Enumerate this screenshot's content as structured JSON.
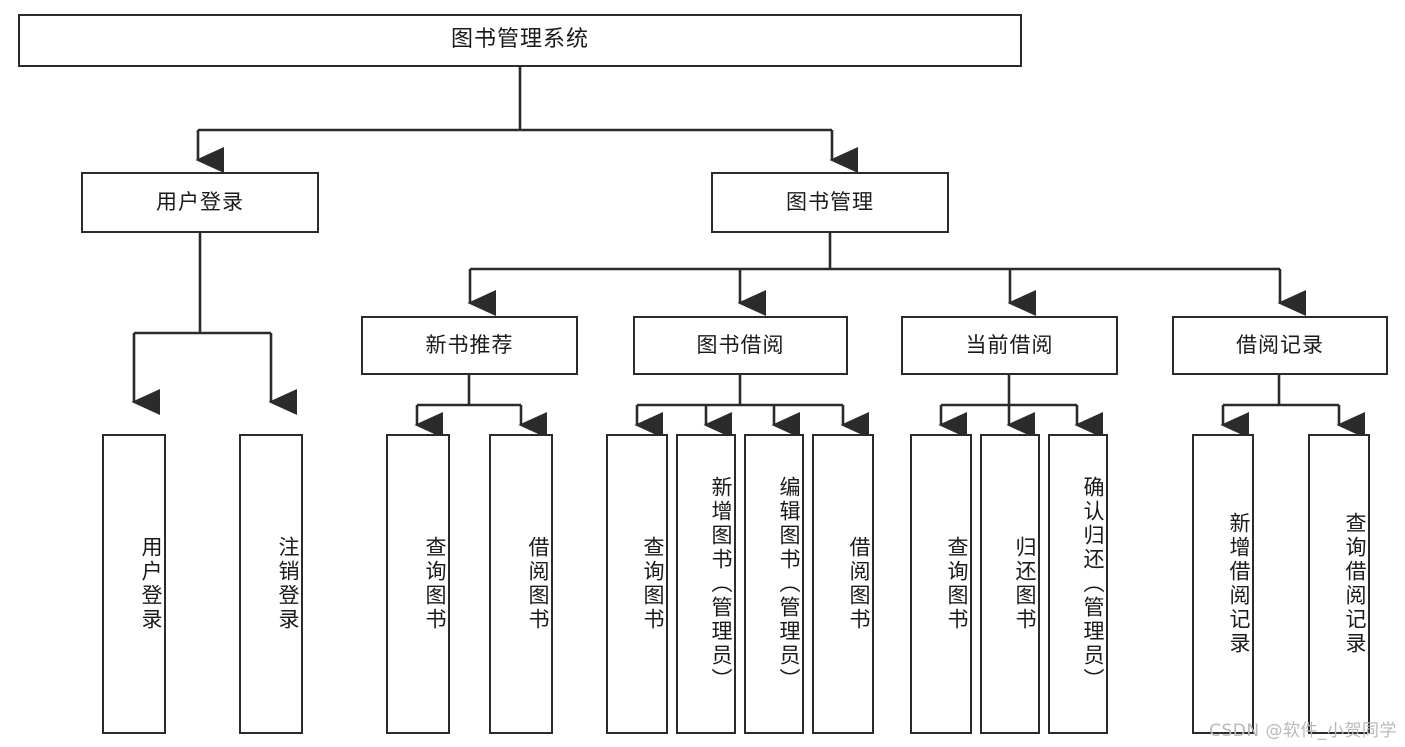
{
  "diagram": {
    "title": "图书管理系统",
    "type": "tree-hierarchy-chart",
    "watermark": "CSDN @软件_小贺同学",
    "colors": {
      "stroke": "#2b2b2b",
      "fill": "#ffffff",
      "text": "#1a1a1a",
      "watermark": "#b9b9b9"
    },
    "levels": {
      "root": {
        "label": "图书管理系统"
      },
      "level2": [
        {
          "id": "user-login",
          "label": "用户登录"
        },
        {
          "id": "book-manage",
          "label": "图书管理"
        }
      ],
      "level3": [
        {
          "id": "new-book-recommend",
          "label": "新书推荐"
        },
        {
          "id": "book-borrow",
          "label": "图书借阅"
        },
        {
          "id": "current-borrow",
          "label": "当前借阅"
        },
        {
          "id": "borrow-record",
          "label": "借阅记录"
        }
      ],
      "leaves": {
        "user-login": [
          {
            "id": "leaf-user-login",
            "label": "用户登录"
          },
          {
            "id": "leaf-user-logout",
            "label": "注销登录"
          }
        ],
        "new-book-recommend": [
          {
            "id": "leaf-query-book-1",
            "label": "查询图书"
          },
          {
            "id": "leaf-borrow-book-1",
            "label": "借阅图书"
          }
        ],
        "book-borrow": [
          {
            "id": "leaf-query-book-2",
            "label": "查询图书"
          },
          {
            "id": "leaf-add-book",
            "label": "新增图书（管理员）"
          },
          {
            "id": "leaf-edit-book",
            "label": "编辑图书（管理员）"
          },
          {
            "id": "leaf-borrow-book-2",
            "label": "借阅图书"
          }
        ],
        "current-borrow": [
          {
            "id": "leaf-query-book-3",
            "label": "查询图书"
          },
          {
            "id": "leaf-return-book",
            "label": "归还图书"
          },
          {
            "id": "leaf-confirm-return",
            "label": "确认归还（管理员）"
          }
        ],
        "borrow-record": [
          {
            "id": "leaf-add-record",
            "label": "新增借阅记录"
          },
          {
            "id": "leaf-query-record",
            "label": "查询借阅记录"
          }
        ]
      }
    }
  }
}
